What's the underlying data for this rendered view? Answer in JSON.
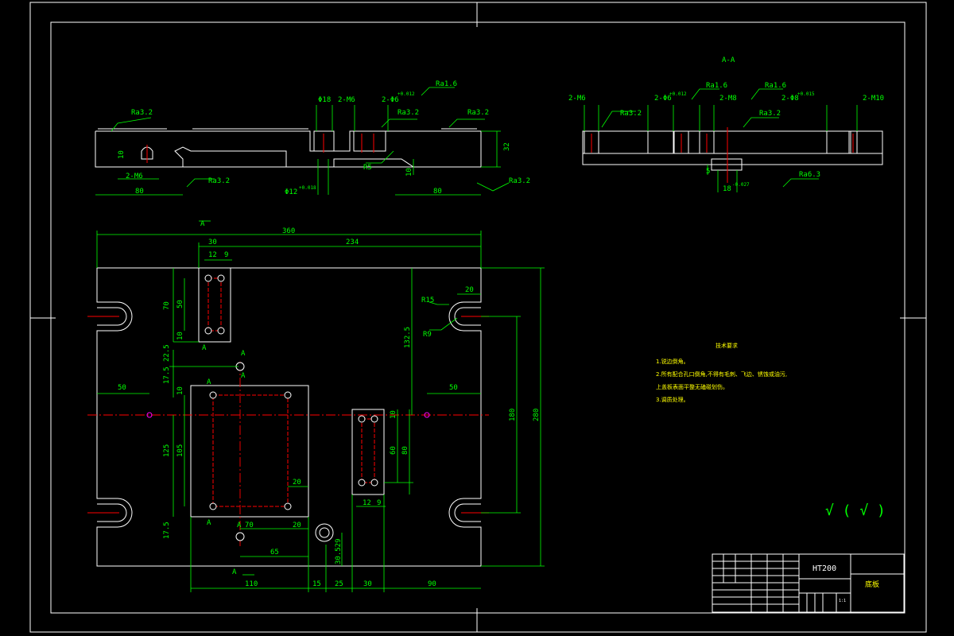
{
  "drawing": {
    "section_title": "A-A",
    "material": "HT200",
    "part_name": "底板",
    "scale_mark": "1:1",
    "surface_default": "√ ( √ )",
    "notes": {
      "heading": "技术要求",
      "items": [
        "1.锐边倒角。",
        "2.所有配合孔口倒角,不得有毛刺、飞边、锈蚀或油污,",
        "上盖板表面平整无磕碰划伤。",
        "3.调质处理。"
      ]
    }
  },
  "top_view_labels": {
    "ra32_a": "Ra3.2",
    "ra32_b": "Ra3.2",
    "ra32_c": "Ra3.2",
    "ra32_d": "Ra3.2",
    "ra32_e": "Ra3.2",
    "ra16": "Ra1.6",
    "d18": "Φ18",
    "m6": "2-M6",
    "d6": "2-Φ6",
    "d6_tol": "+0.012",
    "m6_left": "2-M6",
    "d12": "Φ12",
    "d12_tol": "+0.018",
    "r5": "R5",
    "h32": "32",
    "w80_l": "80",
    "w80_r": "80",
    "h10": "10",
    "h10_l": "10"
  },
  "section_labels": {
    "m6": "2-M6",
    "d6": "2-Φ6",
    "d6_tol": "+0.012",
    "ra16_a": "Ra1.6",
    "m8": "2-M8",
    "ra16_b": "Ra1.6",
    "d8": "2-Φ8",
    "d8_tol": "+0.015",
    "m10": "2-M10",
    "ra32_a": "Ra3.2",
    "ra32_b": "Ra3.2",
    "h5": "5",
    "w18": "18",
    "w18_tol": "-0.027",
    "ra63": "Ra6.3"
  },
  "plan_labels": {
    "d360": "360",
    "d234": "234",
    "d30": "30",
    "d12": "12",
    "d9": "9",
    "d70": "70",
    "d50": "50",
    "d10a": "10",
    "d225": "22.5",
    "d175a": "17.5",
    "d10b": "10",
    "d125": "125",
    "d105": "105",
    "d175b": "17.5",
    "d50l": "50",
    "d50r": "50",
    "d1325": "132.5",
    "d180": "180",
    "d280": "280",
    "d20a": "20",
    "r15": "R15",
    "r9": "R9",
    "d10c": "10",
    "d60": "60",
    "d80": "80",
    "d12b": "12",
    "d9b": "9",
    "d20b": "20",
    "d70b": "70",
    "d20c": "20",
    "d65": "65",
    "d3052": "30.529",
    "d110": "110",
    "d15": "15",
    "d25": "25",
    "d30b": "30",
    "d90": "90",
    "secA1": "A",
    "secA2": "A",
    "secA3": "A",
    "secA4": "A",
    "secA5": "A",
    "secA6": "A",
    "secA7": "A",
    "secA8": "A"
  }
}
